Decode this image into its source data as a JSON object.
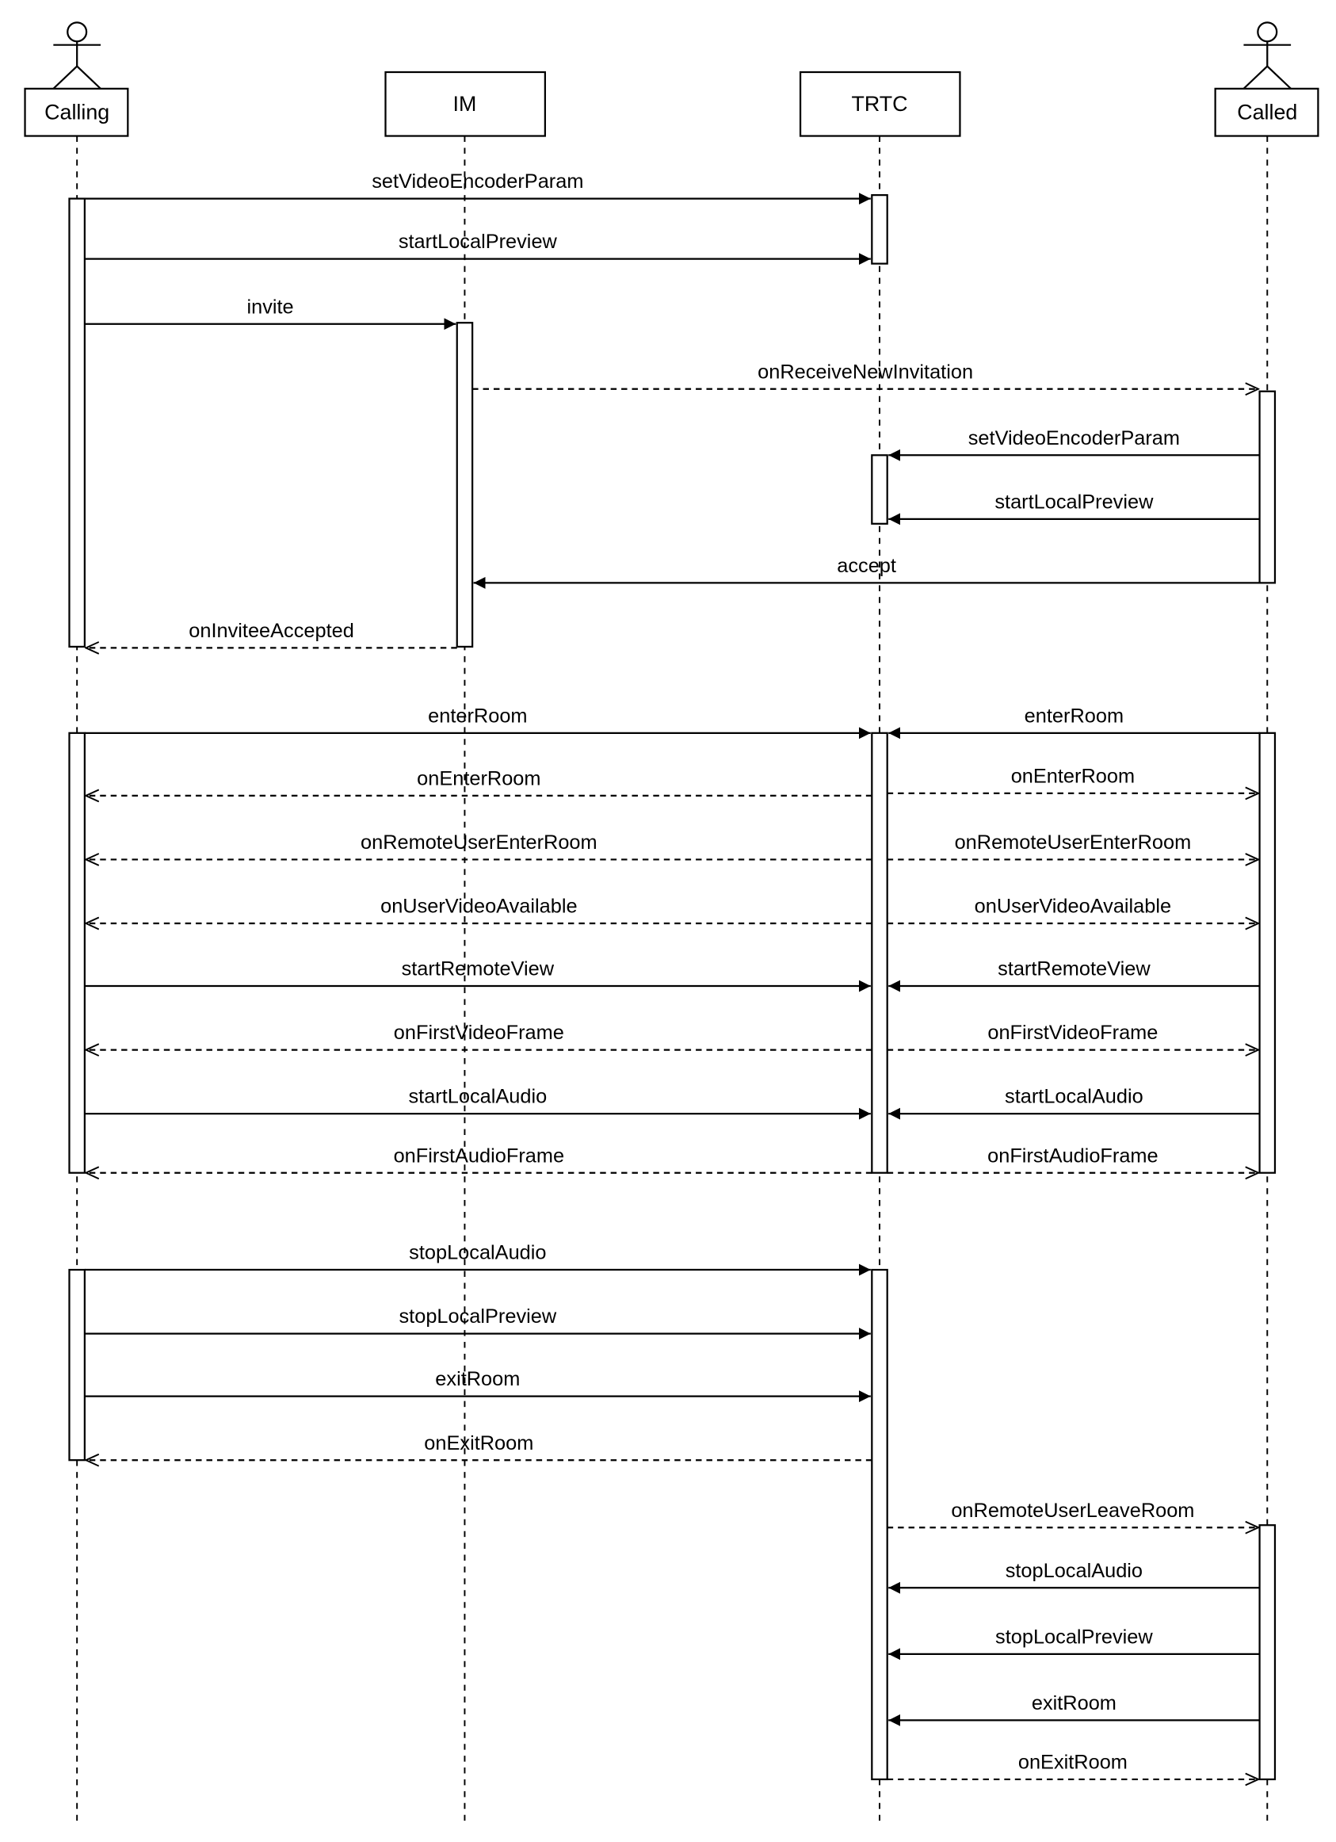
{
  "participants": [
    {
      "id": "calling",
      "label": "Calling",
      "kind": "actor"
    },
    {
      "id": "im",
      "label": "IM",
      "kind": "box"
    },
    {
      "id": "trtc",
      "label": "TRTC",
      "kind": "box"
    },
    {
      "id": "called",
      "label": "Called",
      "kind": "actor"
    }
  ],
  "messages": [
    {
      "from": "calling",
      "to": "trtc",
      "kind": "sync",
      "label": "setVideoEncoderParam"
    },
    {
      "from": "calling",
      "to": "trtc",
      "kind": "sync",
      "label": "startLocalPreview"
    },
    {
      "from": "calling",
      "to": "im",
      "kind": "sync",
      "label": "invite"
    },
    {
      "from": "im",
      "to": "called",
      "kind": "return",
      "label": "onReceiveNewInvitation"
    },
    {
      "from": "called",
      "to": "trtc",
      "kind": "sync",
      "label": "setVideoEncoderParam"
    },
    {
      "from": "called",
      "to": "trtc",
      "kind": "sync",
      "label": "startLocalPreview"
    },
    {
      "from": "called",
      "to": "im",
      "kind": "sync",
      "label": "accept"
    },
    {
      "from": "im",
      "to": "calling",
      "kind": "return",
      "label": "onInviteeAccepted"
    },
    {
      "from": "calling",
      "to": "trtc",
      "kind": "sync",
      "label": "enterRoom"
    },
    {
      "from": "called",
      "to": "trtc",
      "kind": "sync",
      "label": "enterRoom"
    },
    {
      "from": "trtc",
      "to": "calling",
      "kind": "return",
      "label": "onEnterRoom"
    },
    {
      "from": "trtc",
      "to": "called",
      "kind": "return",
      "label": "onEnterRoom"
    },
    {
      "from": "trtc",
      "to": "calling",
      "kind": "return",
      "label": "onRemoteUserEnterRoom"
    },
    {
      "from": "trtc",
      "to": "called",
      "kind": "return",
      "label": "onRemoteUserEnterRoom"
    },
    {
      "from": "trtc",
      "to": "calling",
      "kind": "return",
      "label": "onUserVideoAvailable"
    },
    {
      "from": "trtc",
      "to": "called",
      "kind": "return",
      "label": "onUserVideoAvailable"
    },
    {
      "from": "calling",
      "to": "trtc",
      "kind": "sync",
      "label": "startRemoteView"
    },
    {
      "from": "called",
      "to": "trtc",
      "kind": "sync",
      "label": "startRemoteView"
    },
    {
      "from": "trtc",
      "to": "calling",
      "kind": "return",
      "label": "onFirstVideoFrame"
    },
    {
      "from": "trtc",
      "to": "called",
      "kind": "return",
      "label": "onFirstVideoFrame"
    },
    {
      "from": "calling",
      "to": "trtc",
      "kind": "sync",
      "label": "startLocalAudio"
    },
    {
      "from": "called",
      "to": "trtc",
      "kind": "sync",
      "label": "startLocalAudio"
    },
    {
      "from": "trtc",
      "to": "calling",
      "kind": "return",
      "label": "onFirstAudioFrame"
    },
    {
      "from": "trtc",
      "to": "called",
      "kind": "return",
      "label": "onFirstAudioFrame"
    },
    {
      "from": "calling",
      "to": "trtc",
      "kind": "sync",
      "label": "stopLocalAudio"
    },
    {
      "from": "calling",
      "to": "trtc",
      "kind": "sync",
      "label": "stopLocalPreview"
    },
    {
      "from": "calling",
      "to": "trtc",
      "kind": "sync",
      "label": "exitRoom"
    },
    {
      "from": "trtc",
      "to": "calling",
      "kind": "return",
      "label": "onExitRoom"
    },
    {
      "from": "trtc",
      "to": "called",
      "kind": "return",
      "label": "onRemoteUserLeaveRoom"
    },
    {
      "from": "called",
      "to": "trtc",
      "kind": "sync",
      "label": "stopLocalAudio"
    },
    {
      "from": "called",
      "to": "trtc",
      "kind": "sync",
      "label": "stopLocalPreview"
    },
    {
      "from": "called",
      "to": "trtc",
      "kind": "sync",
      "label": "exitRoom"
    },
    {
      "from": "trtc",
      "to": "called",
      "kind": "return",
      "label": "onExitRoom"
    }
  ]
}
